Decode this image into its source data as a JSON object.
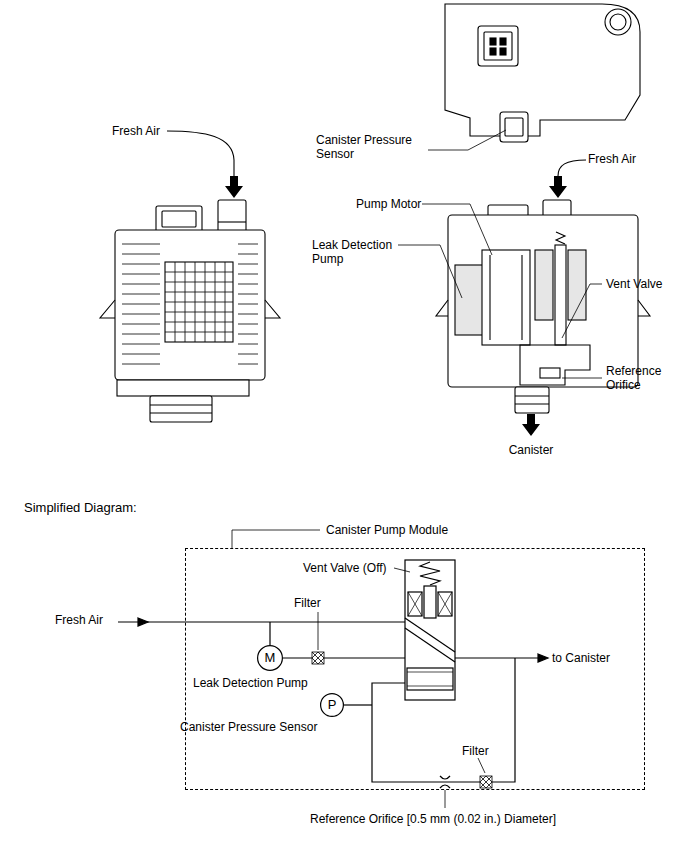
{
  "diagram": {
    "nodes": [
      {
        "text": [
          "Canister Pump Module"
        ]
      },
      {
        "text": [
          "M"
        ],
        "in": 0
      },
      {
        "text": [
          "P"
        ],
        "in": 0
      }
    ],
    "labels": [
      "Fresh Air",
      "Canister Pressure Sensor",
      "Fresh Air",
      "Pump Motor",
      "Leak Detection Pump",
      "Vent Valve",
      "Reference Orifice",
      "Canister",
      "Simplified Diagram:",
      "Vent Valve (Off)",
      "Filter",
      "Fresh Air",
      "to Canister",
      "Leak Detection Pump",
      "Filter",
      "Canister Pressure Sensor",
      "Reference Orifice [0.5 mm (0.02 in.) Diameter]"
    ]
  }
}
